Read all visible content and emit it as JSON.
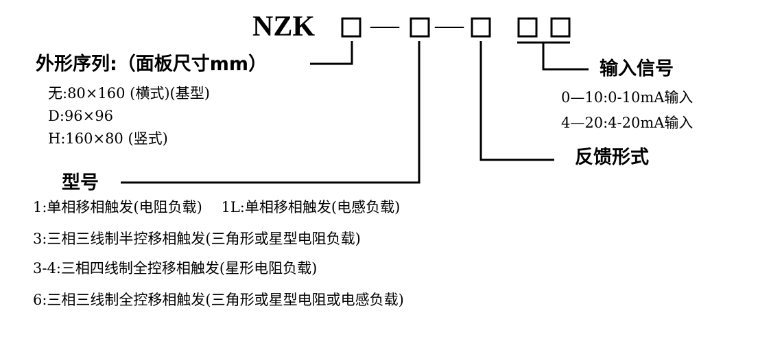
{
  "title": "NZK",
  "code_separators": [
    "—",
    "—"
  ],
  "shape": {
    "label": "外形序列:（面板尺寸mm）",
    "options": [
      "无:80×160 (横式)(基型)",
      "D:96×96",
      "H:160×80 (竖式)"
    ]
  },
  "model": {
    "label": "型号",
    "options": [
      "1:单相移相触发(电阻负载)　 1L:单相移相触发(电感负载)",
      "3:三相三线制半控移相触发(三角形或星型电阻负载)",
      "3-4:三相四线制全控移相触发(星形电阻负载)",
      "6:三相三线制全控移相触发(三角形或星型电阻或电感负载)"
    ]
  },
  "feedback": {
    "label": "反馈形式"
  },
  "input": {
    "label": "输入信号",
    "options": [
      "0—10:0-10mA输入",
      "4—20:4-20mA输入"
    ]
  }
}
